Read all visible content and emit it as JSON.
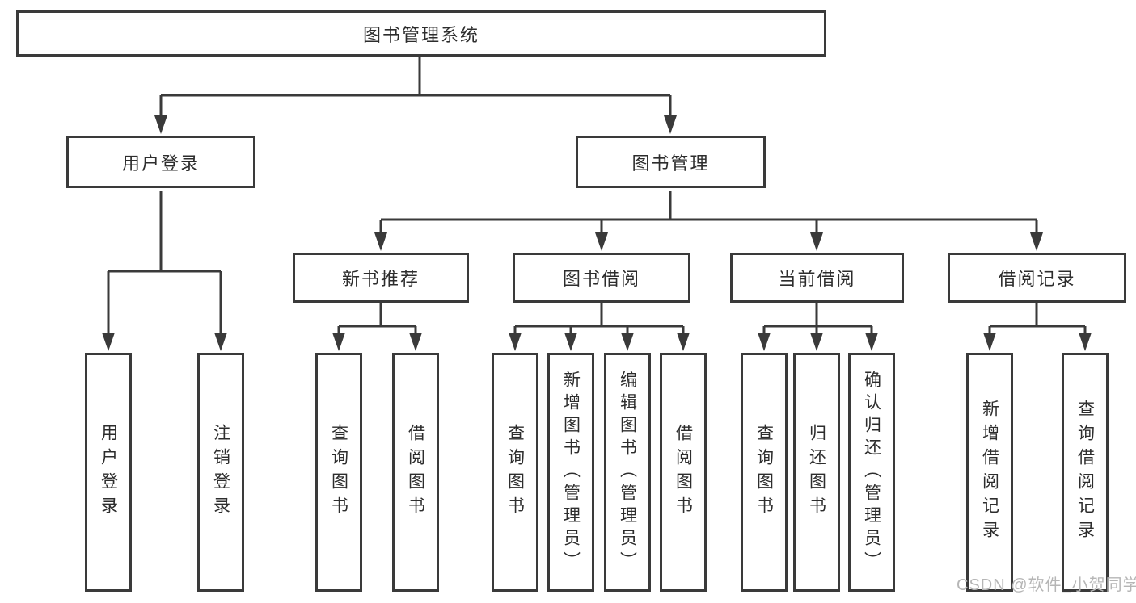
{
  "tree": {
    "label": "图书管理系统",
    "children": [
      {
        "label": "用户登录",
        "children": [
          {
            "label": "用户登录"
          },
          {
            "label": "注销登录"
          }
        ]
      },
      {
        "label": "图书管理",
        "children": [
          {
            "label": "新书推荐",
            "children": [
              {
                "label": "查询图书"
              },
              {
                "label": "借阅图书"
              }
            ]
          },
          {
            "label": "图书借阅",
            "children": [
              {
                "label": "查询图书"
              },
              {
                "label": "新增图书（管理员）"
              },
              {
                "label": "编辑图书（管理员）"
              },
              {
                "label": "借阅图书"
              }
            ]
          },
          {
            "label": "当前借阅",
            "children": [
              {
                "label": "查询图书"
              },
              {
                "label": "归还图书"
              },
              {
                "label": "确认归还（管理员）"
              }
            ]
          },
          {
            "label": "借阅记录",
            "children": [
              {
                "label": "新增借阅记录"
              },
              {
                "label": "查询借阅记录"
              }
            ]
          }
        ]
      }
    ]
  },
  "watermark": {
    "text": "CSDN @软件_小贺同学",
    "color": "#b6b6b6"
  },
  "colors": {
    "line": "#3a3a3a",
    "box_border": "#3a3a3a",
    "box_fill": "#ffffff",
    "text": "#2d2d2d",
    "background": "#ffffff"
  }
}
